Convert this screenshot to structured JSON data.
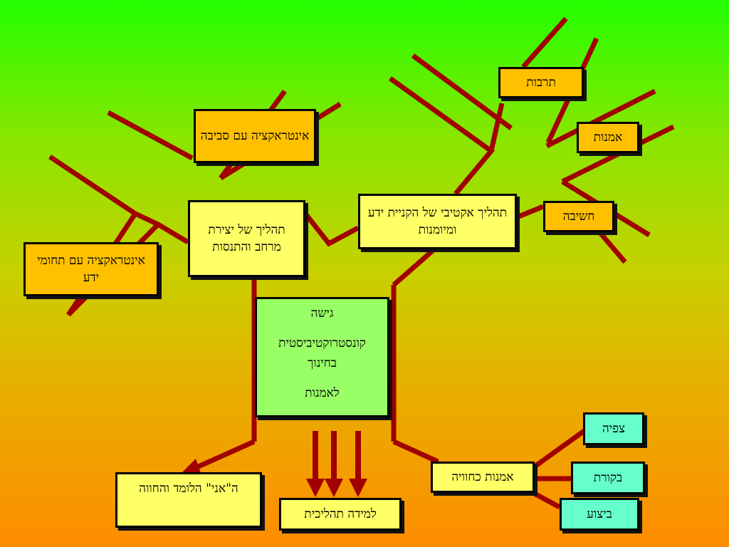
{
  "colors": {
    "branch": "#a00000",
    "orange_box": "#ffc000",
    "yellow_box": "#ffff66",
    "green_box": "#99ff66",
    "cyan_box": "#66ffcc"
  },
  "center": {
    "line1": "גישה",
    "line2": "קונסטרוקטיביסטית",
    "line3": "בחינוך",
    "line4": "לאמנות"
  },
  "boxes": {
    "culture": "תרבות",
    "art": "אמנות",
    "thinking": "חשיבה",
    "env_interaction": "אינטראקציה עם סביבה",
    "space_creation": "תהליך  של יצירת מרחב והתנסות",
    "active_process": "תהליך אקטיבי של הקניית ידע ומיומנות",
    "knowledge_interaction": "אינטראקציה  עם תחומי ידע",
    "learner_self": "ה\"אני\" הלומד והחווה",
    "process_learning": "למידה  תהליכית",
    "experiential_art": "אמנות כחוויה",
    "observation": "צפיה",
    "critique": "בקורת",
    "performance": "ביצוע"
  }
}
